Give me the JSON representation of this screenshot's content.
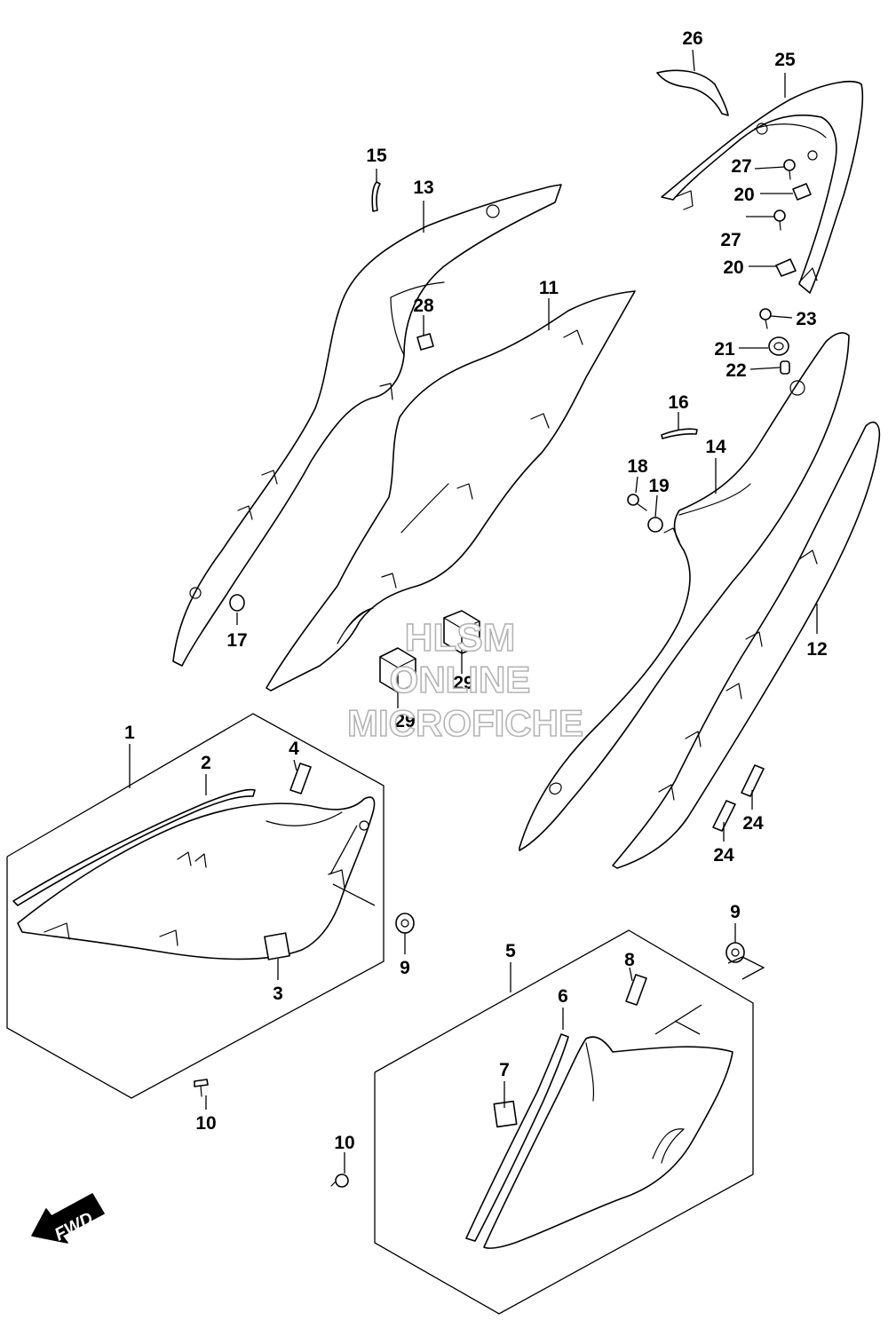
{
  "watermark": {
    "line1": "HLSM",
    "line2": "ONLINE",
    "line3": "MICROFICHE"
  },
  "direction_label": "FWD",
  "callouts": [
    {
      "id": "c1",
      "label": "1"
    },
    {
      "id": "c2",
      "label": "2"
    },
    {
      "id": "c3",
      "label": "3"
    },
    {
      "id": "c4",
      "label": "4"
    },
    {
      "id": "c5",
      "label": "5"
    },
    {
      "id": "c6",
      "label": "6"
    },
    {
      "id": "c7",
      "label": "7"
    },
    {
      "id": "c8",
      "label": "8"
    },
    {
      "id": "c9a",
      "label": "9"
    },
    {
      "id": "c9b",
      "label": "9"
    },
    {
      "id": "c10a",
      "label": "10"
    },
    {
      "id": "c10b",
      "label": "10"
    },
    {
      "id": "c11",
      "label": "11"
    },
    {
      "id": "c12",
      "label": "12"
    },
    {
      "id": "c13",
      "label": "13"
    },
    {
      "id": "c14",
      "label": "14"
    },
    {
      "id": "c15",
      "label": "15"
    },
    {
      "id": "c16",
      "label": "16"
    },
    {
      "id": "c17",
      "label": "17"
    },
    {
      "id": "c18",
      "label": "18"
    },
    {
      "id": "c19",
      "label": "19"
    },
    {
      "id": "c20a",
      "label": "20"
    },
    {
      "id": "c20b",
      "label": "20"
    },
    {
      "id": "c21",
      "label": "21"
    },
    {
      "id": "c22",
      "label": "22"
    },
    {
      "id": "c23",
      "label": "23"
    },
    {
      "id": "c24a",
      "label": "24"
    },
    {
      "id": "c24b",
      "label": "24"
    },
    {
      "id": "c25",
      "label": "25"
    },
    {
      "id": "c26",
      "label": "26"
    },
    {
      "id": "c27a",
      "label": "27"
    },
    {
      "id": "c27b",
      "label": "27"
    },
    {
      "id": "c28",
      "label": "28"
    },
    {
      "id": "c29a",
      "label": "29"
    },
    {
      "id": "c29b",
      "label": "29"
    }
  ]
}
